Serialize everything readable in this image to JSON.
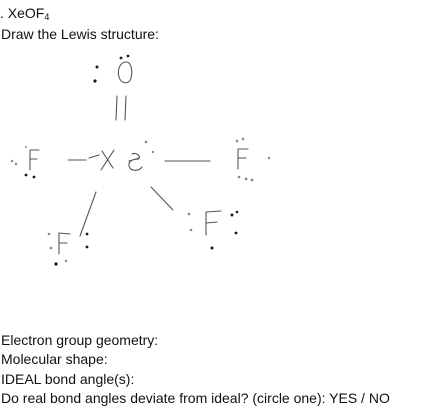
{
  "question": {
    "number_prefix": ".",
    "formula_main": "XeOF",
    "formula_subscript": "4",
    "instruction": "Draw the Lewis structure:"
  },
  "questions": [
    {
      "label": "Electron group geometry:"
    },
    {
      "label": "Molecular shape:"
    },
    {
      "label": "IDEAL bond angle(s):"
    },
    {
      "label": "Do real bond angles deviate from ideal? (circle one): YES / NO"
    }
  ]
}
